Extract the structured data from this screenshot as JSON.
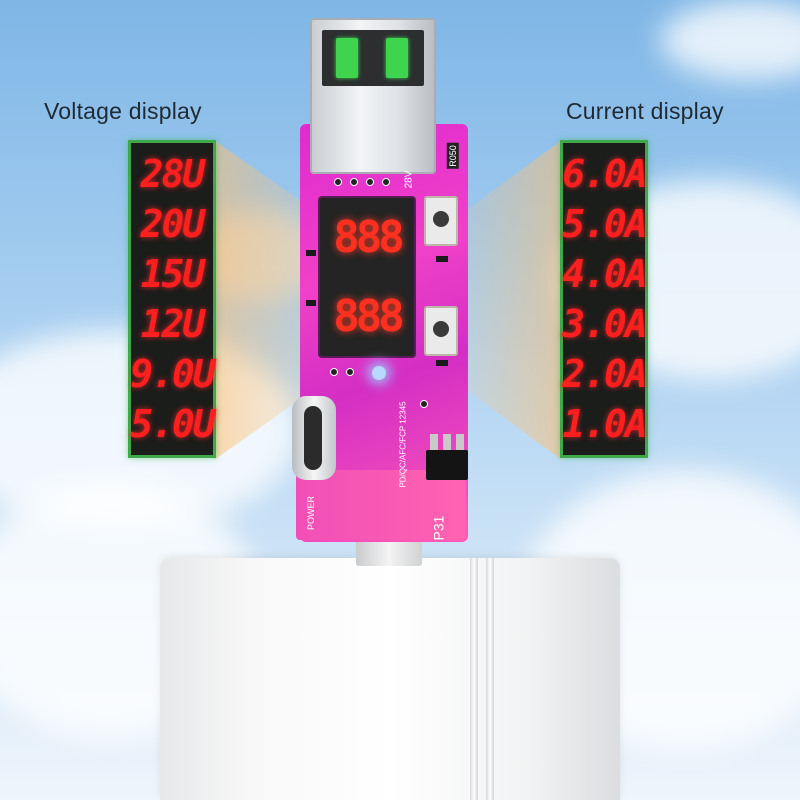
{
  "labels": {
    "voltage": "Voltage display",
    "current": "Current display"
  },
  "voltage_values": [
    "28U",
    "20U",
    "15U",
    "12U",
    "9.0U",
    "5.0U"
  ],
  "current_values": [
    "6.0A",
    "5.0A",
    "4.0A",
    "3.0A",
    "2.0A",
    "1.0A"
  ],
  "device": {
    "display_top": "888",
    "display_bottom": "888",
    "pcb_text_28v": "28V",
    "pcb_text_model": "P31",
    "pcb_text_power": "POWER",
    "pcb_text_protocols": "PD/QC/AFC/FCP 12345",
    "pcb_text_resistor": "R050"
  },
  "colors": {
    "led_red": "#ff1f1f",
    "panel_border_green": "#3ea84a",
    "pcb_magenta": "#e02ad0",
    "usb_pin_green": "#3ed44e"
  },
  "icons": {
    "blue_led": "status-led-icon"
  }
}
